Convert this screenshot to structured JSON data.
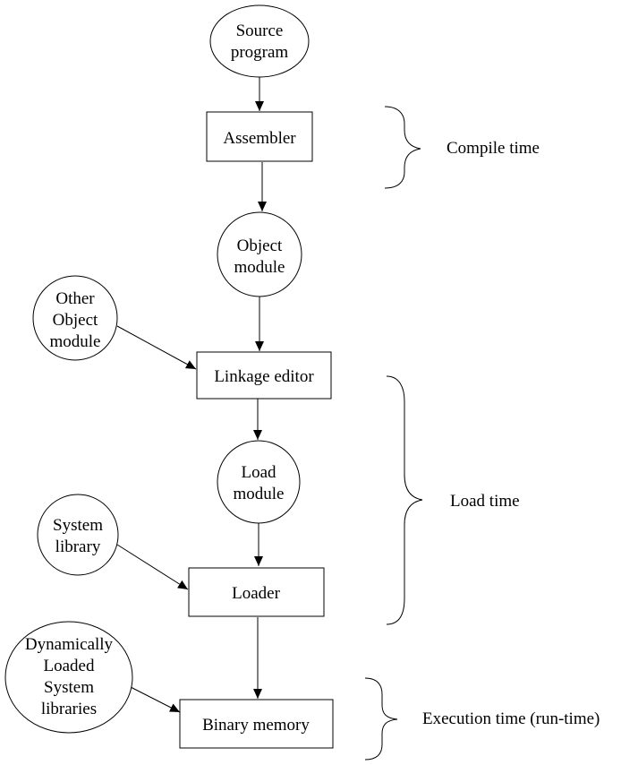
{
  "diagram": {
    "nodes": {
      "source_program": [
        "Source",
        "program"
      ],
      "assembler": "Assembler",
      "object_module": [
        "Object",
        "module"
      ],
      "other_object_module": [
        "Other",
        "Object",
        "module"
      ],
      "linkage_editor": "Linkage editor",
      "load_module": [
        "Load",
        "module"
      ],
      "system_library": [
        "System",
        "library"
      ],
      "loader": "Loader",
      "dynamic_libraries": [
        "Dynamically",
        "Loaded",
        "System",
        "libraries"
      ],
      "binary_memory": "Binary memory"
    },
    "phases": {
      "compile": "Compile time",
      "load": "Load time",
      "execution": "Execution time (run-time)"
    },
    "edges": [
      {
        "from": "source_program",
        "to": "assembler"
      },
      {
        "from": "assembler",
        "to": "object_module"
      },
      {
        "from": "object_module",
        "to": "linkage_editor"
      },
      {
        "from": "other_object_module",
        "to": "linkage_editor"
      },
      {
        "from": "linkage_editor",
        "to": "load_module"
      },
      {
        "from": "load_module",
        "to": "loader"
      },
      {
        "from": "system_library",
        "to": "loader"
      },
      {
        "from": "loader",
        "to": "binary_memory"
      },
      {
        "from": "dynamic_libraries",
        "to": "binary_memory"
      }
    ]
  }
}
